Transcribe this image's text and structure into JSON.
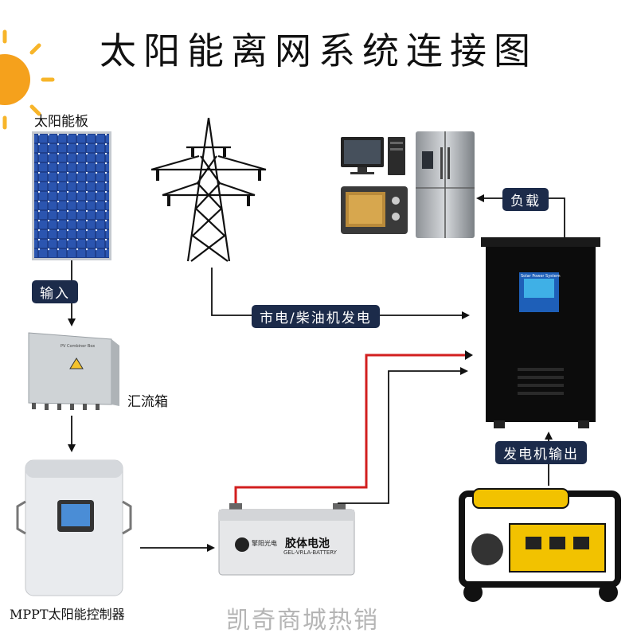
{
  "title": "太阳能离网系统连接图",
  "labels": {
    "solar_panel": "太阳能板",
    "combiner_box": "汇流箱",
    "mppt_controller": "MPPT太阳能控制器"
  },
  "badges": {
    "input": "输入",
    "grid_diesel": "市电/柴油机发电",
    "load": "负载",
    "generator_output": "发电机输出"
  },
  "devices": {
    "combiner_text": "PV Combiner Box",
    "battery_brand": "擎阳光电",
    "battery_name": "胶体电池",
    "battery_sub": "GEL-VRLA-BATTERY",
    "inverter_text": "Solar Power System"
  },
  "watermark": "凯奇商城热销",
  "colors": {
    "badge_bg": "#1c2b4a",
    "wire_red": "#d21f1f",
    "wire_black": "#111111",
    "generator_yellow": "#f2c200"
  }
}
